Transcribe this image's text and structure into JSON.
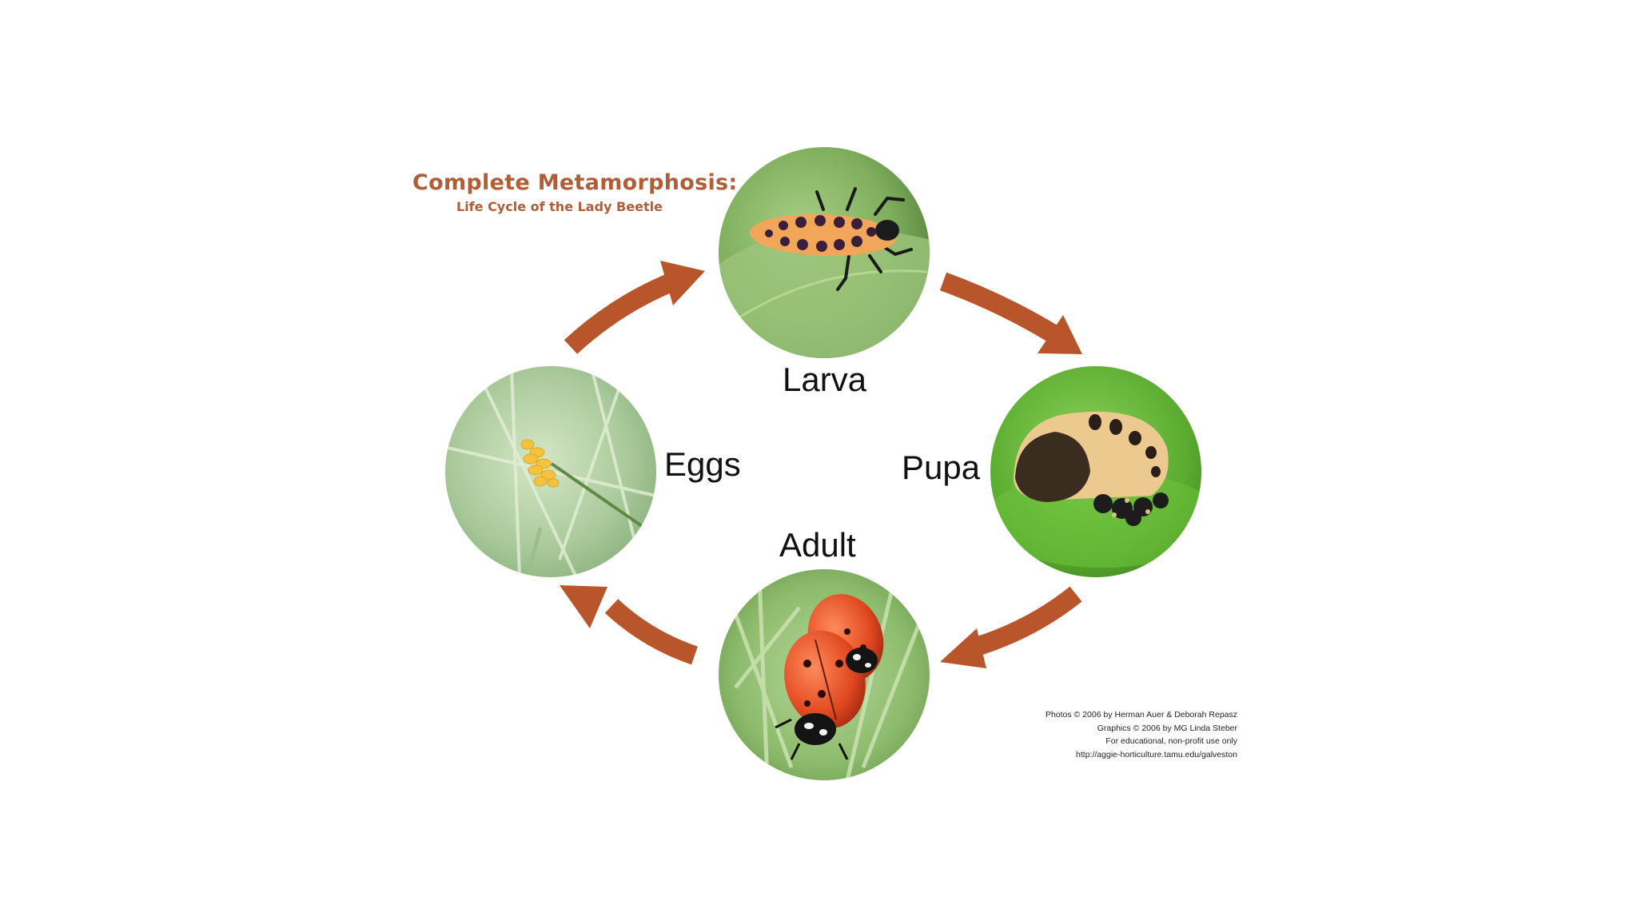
{
  "title": "Complete Metamorphosis:",
  "subtitle": "Life Cycle of the Lady Beetle",
  "stages": {
    "larva": {
      "label": "Larva"
    },
    "pupa": {
      "label": "Pupa"
    },
    "adult": {
      "label": "Adult"
    },
    "eggs": {
      "label": "Eggs"
    }
  },
  "credits": [
    "Photos © 2006 by Herman Auer & Deborah Repasz",
    "Graphics © 2006 by MG Linda Steber",
    "For educational, non-profit use only",
    "http://aggie-horticulture.tamu.edu/galveston"
  ],
  "colors": {
    "accent": "#b15d36",
    "arrow": "#b8552b",
    "leaf": "#8fbf6a"
  }
}
